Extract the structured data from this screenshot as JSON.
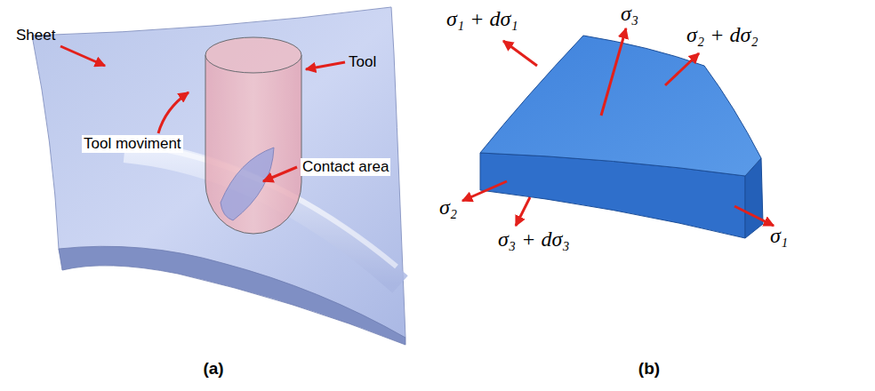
{
  "diagram": {
    "labels": [
      "Sheet",
      "Tool",
      "Tool moviment",
      "Contact area",
      "(a)",
      "σ₁ + dσ₁",
      "σ₃",
      "σ₂ + dσ₂",
      "σ₂",
      "σ₃ + dσ₃",
      "σ₁",
      "(b)"
    ]
  }
}
